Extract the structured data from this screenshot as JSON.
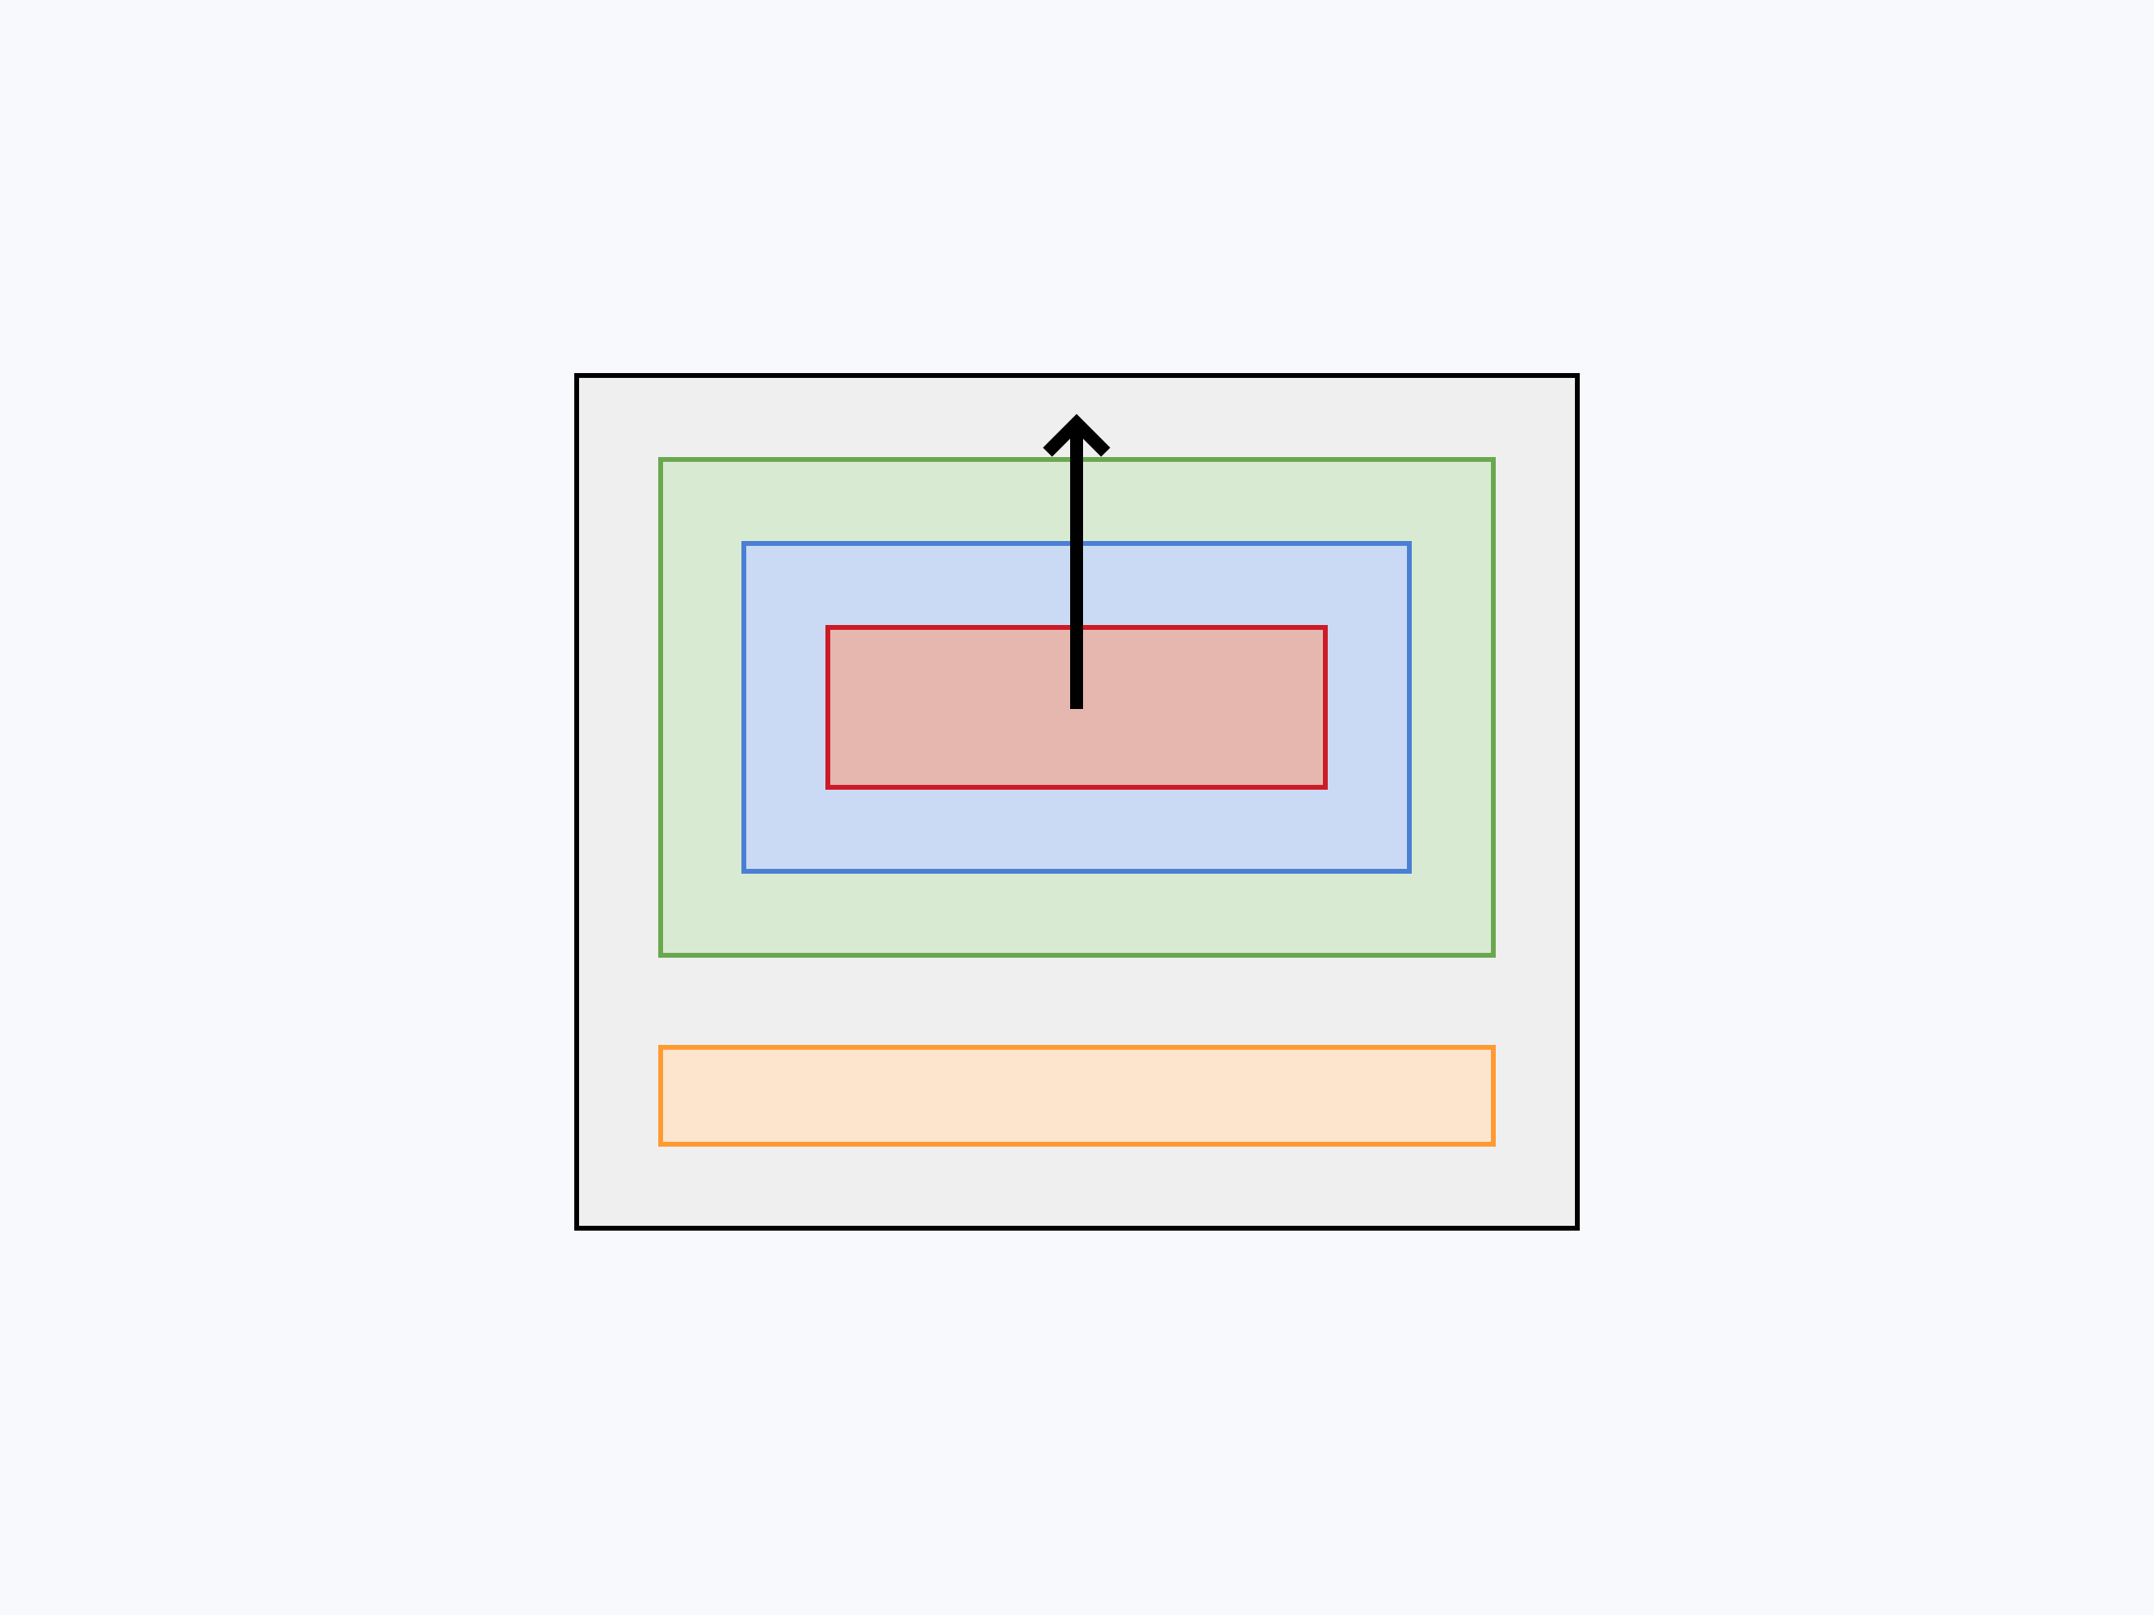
{
  "diagram": {
    "background_color": "#f7f9fd",
    "boxes": [
      {
        "id": "outer-frame",
        "fill": "#efefef",
        "stroke": "#000000"
      },
      {
        "id": "green-box",
        "fill": "#d9ead3",
        "stroke": "#6aa84f"
      },
      {
        "id": "blue-box",
        "fill": "#cadaf5",
        "stroke": "#4a7fd4"
      },
      {
        "id": "red-box",
        "fill": "#e5b7af",
        "stroke": "#cc1b26"
      },
      {
        "id": "orange-box",
        "fill": "#fde4cd",
        "stroke": "#ff9a33"
      }
    ],
    "arrow": {
      "direction": "up",
      "color": "#000000",
      "icon": "arrow-up-icon"
    }
  }
}
